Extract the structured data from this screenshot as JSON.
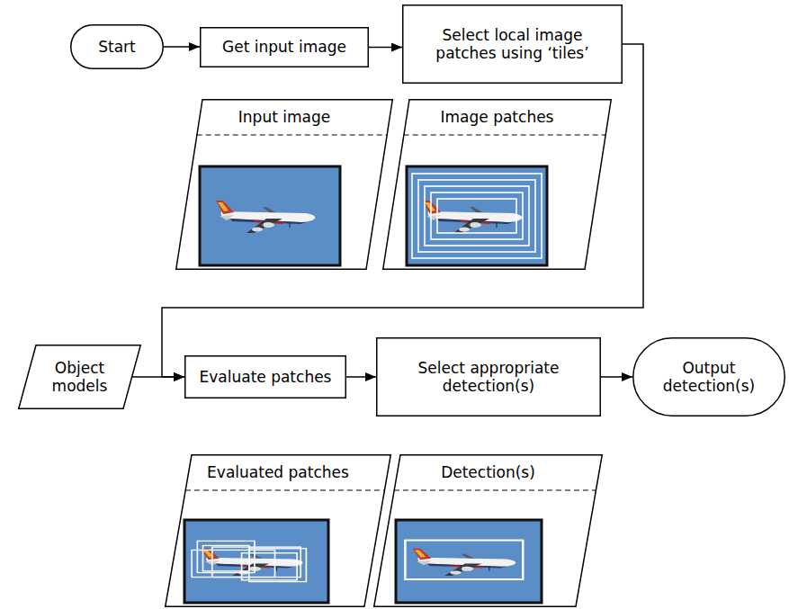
{
  "diagram": {
    "nodes": [
      {
        "text": [
          "Start"
        ]
      },
      {
        "text": [
          "Get input image"
        ]
      },
      {
        "text": [
          "Select local image patches using ‘tiles’"
        ]
      },
      {
        "text": [
          "Input image"
        ]
      },
      {
        "text": [
          "Image patches"
        ]
      },
      {
        "text": [
          "Object models"
        ]
      },
      {
        "text": [
          "Evaluate patches"
        ]
      },
      {
        "text": [
          "Select appropriate detection(s)"
        ]
      },
      {
        "text": [
          "Output detection(s)"
        ]
      },
      {
        "text": [
          "Evaluated patches"
        ]
      },
      {
        "text": [
          "Detection(s)"
        ]
      }
    ],
    "edges": [
      {
        "from": 0,
        "to": 1,
        "arrow": "to"
      },
      {
        "from": 1,
        "to": 2,
        "arrow": "to"
      },
      {
        "from": 2,
        "to": 6,
        "arrow": "to"
      },
      {
        "from": 5,
        "to": 6,
        "arrow": "to"
      },
      {
        "from": 6,
        "to": 7,
        "arrow": "to"
      },
      {
        "from": 7,
        "to": 8,
        "arrow": "to"
      }
    ]
  }
}
